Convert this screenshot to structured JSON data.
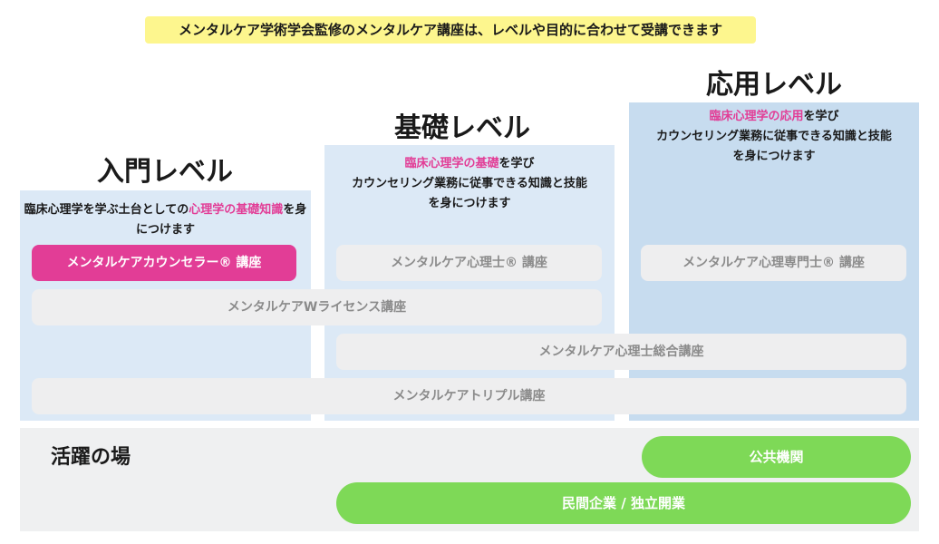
{
  "headline": "メンタルケア学術学会監修のメンタルケア講座は、レベルや目的に合わせて受講できます",
  "levels": {
    "intro": {
      "title": "入門レベル",
      "desc_pre": "臨床心理学を学ぶ土台としての",
      "desc_hl": "心理学の基礎知識",
      "desc_post": "を身につけます"
    },
    "basic": {
      "title": "基礎レベル",
      "desc_hl": "臨床心理学の基礎",
      "desc_line1_post": "を学び",
      "desc_line2": "カウンセリング業務に従事できる知識と技能",
      "desc_line3": "を身につけます"
    },
    "applied": {
      "title": "応用レベル",
      "desc_hl": "臨床心理学の応用",
      "desc_line1_post": "を学び",
      "desc_line2": "カウンセリング業務に従事できる知識と技能",
      "desc_line3": "を身につけます"
    }
  },
  "courses": {
    "counselor": "メンタルケアカウンセラー® 講座",
    "psychologist": "メンタルケア心理士® 講座",
    "specialist": "メンタルケア心理専門士® 講座",
    "w_license": "メンタルケアWライセンス講座",
    "psych_comprehensive": "メンタルケア心理士総合講座",
    "triple": "メンタルケアトリプル講座"
  },
  "field": {
    "title": "活躍の場",
    "public": "公共機関",
    "private": "民間企業 / 独立開業"
  },
  "colors": {
    "accent_pink": "#e23d96",
    "headline_bg": "#fdf68e",
    "column_blue": "#dce9f6",
    "column_blue_dark": "#c7dcef",
    "pill_green": "#7ed957"
  }
}
